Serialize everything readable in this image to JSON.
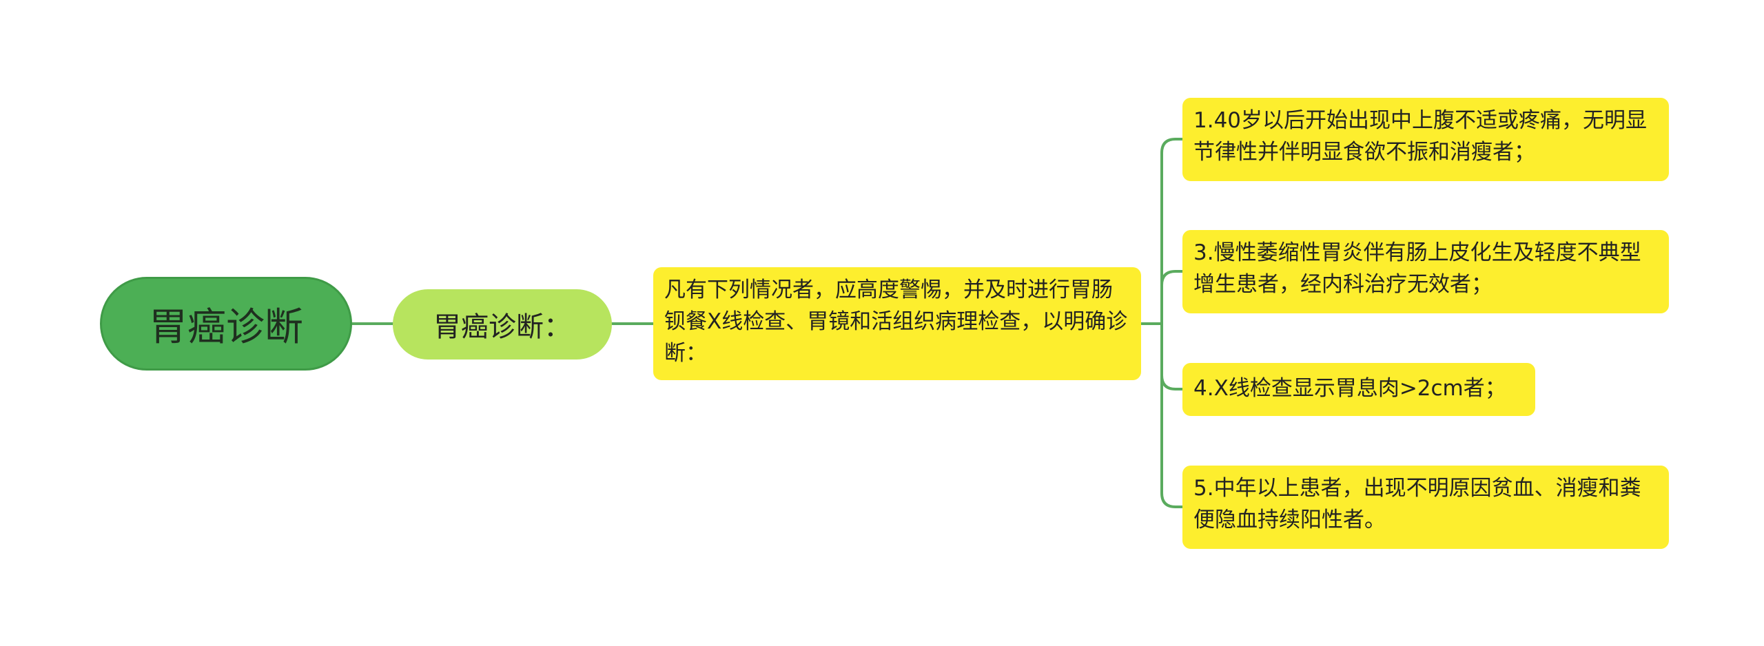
{
  "colors": {
    "root_fill": "#4caf55",
    "subtopic_fill": "#b7e45e",
    "box_fill": "#fdee2e",
    "connector": "#5aab5e"
  },
  "root": {
    "label": "胃癌诊断"
  },
  "subtopic": {
    "label": "胃癌诊断："
  },
  "detail": {
    "text": "凡有下列情况者，应高度警惕，并及时进行胃肠钡餐X线检查、胃镜和活组织病理检查，以明确诊断："
  },
  "conditions": [
    {
      "text": "1.40岁以后开始出现中上腹不适或疼痛，无明显节律性并伴明显食欲不振和消瘦者；"
    },
    {
      "text": "3.慢性萎缩性胃炎伴有肠上皮化生及轻度不典型增生患者，经内科治疗无效者；"
    },
    {
      "text": "4.X线检查显示胃息肉>2cm者；"
    },
    {
      "text": "5.中年以上患者，出现不明原因贫血、消瘦和粪便隐血持续阳性者。"
    }
  ]
}
